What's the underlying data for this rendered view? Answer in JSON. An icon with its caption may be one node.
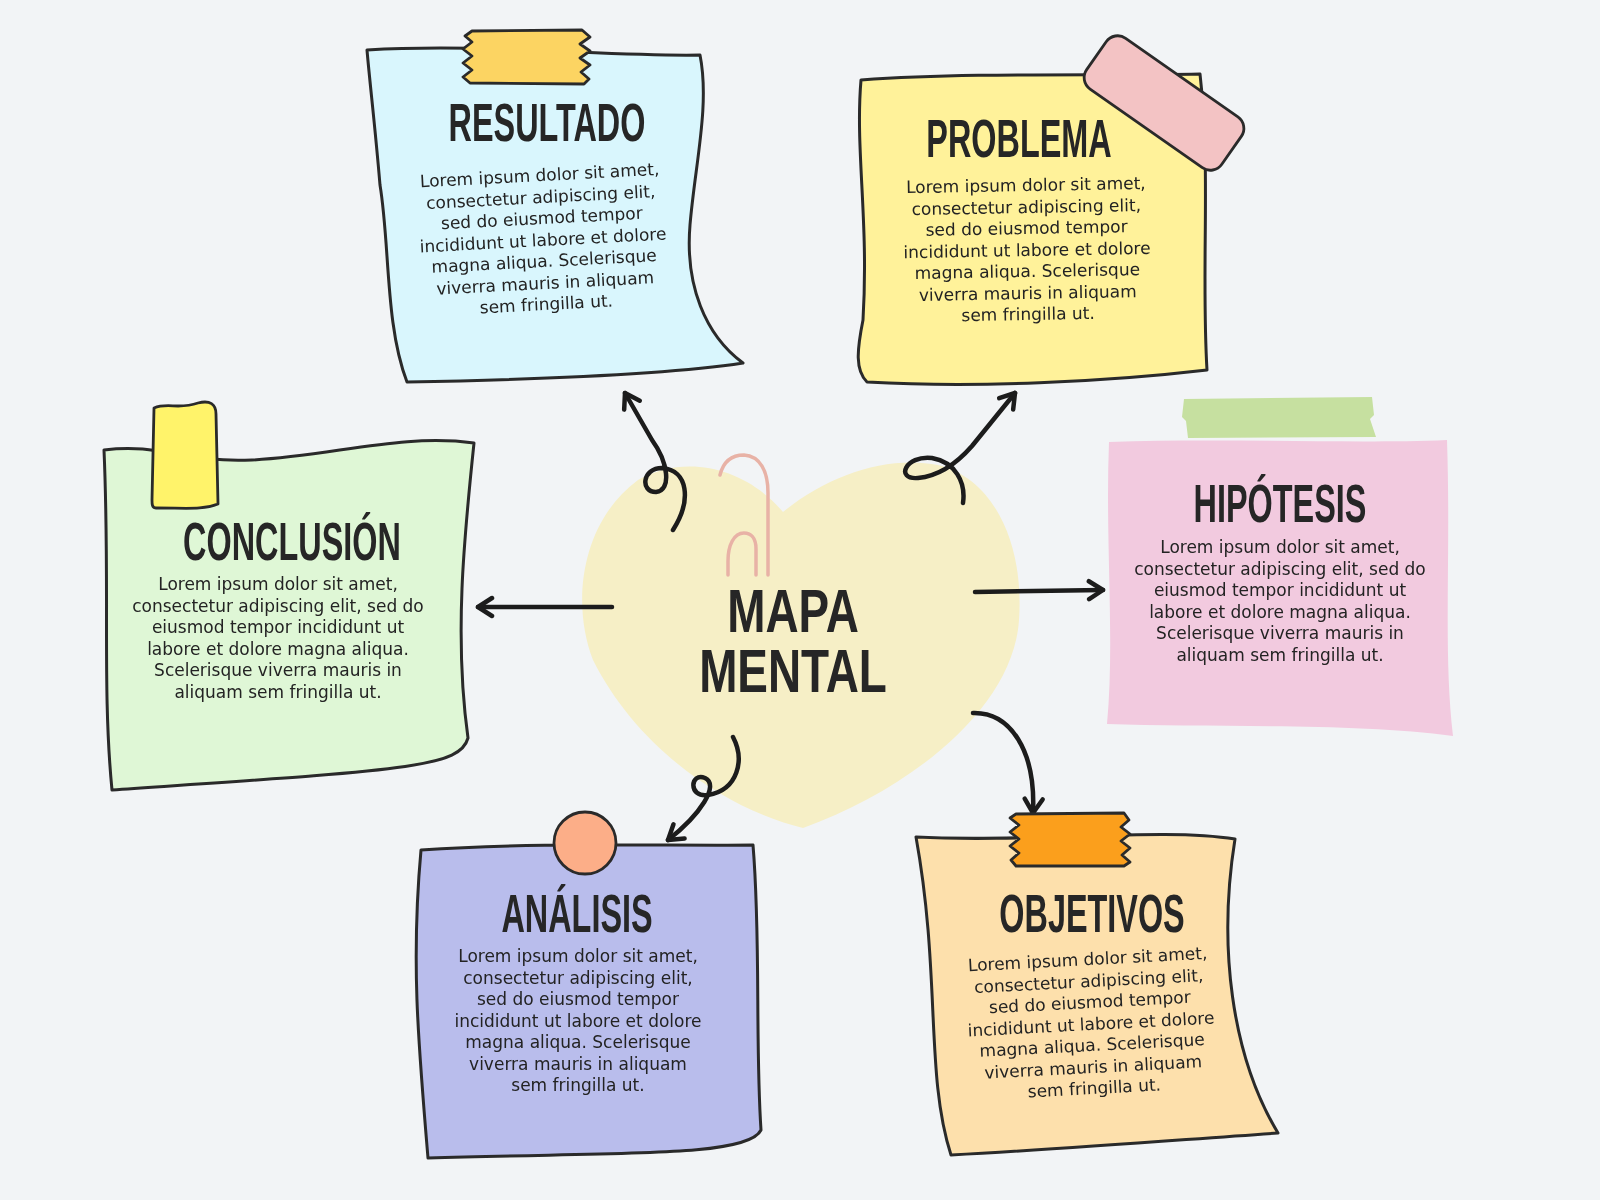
{
  "diagram": {
    "nodes": [
      {
        "text": [
          "MAPA MENTAL"
        ]
      },
      {
        "text": [
          "RESULTADO",
          "Lorem ipsum dolor sit amet, consectetur adipiscing elit, sed do eiusmod tempor incididunt ut labore et dolore magna aliqua. Scelerisque viverra mauris in aliquam sem fringilla ut."
        ]
      },
      {
        "text": [
          "PROBLEMA",
          "Lorem ipsum dolor sit amet, consectetur adipiscing elit, sed do eiusmod tempor incididunt ut labore et dolore magna aliqua. Scelerisque viverra mauris in aliquam sem fringilla ut."
        ]
      },
      {
        "text": [
          "CONCLUSIÓN",
          "Lorem ipsum dolor sit amet, consectetur adipiscing elit, sed do eiusmod tempor incididunt ut labore et dolore magna aliqua. Scelerisque viverra mauris in aliquam sem fringilla ut."
        ]
      },
      {
        "text": [
          "HIPÓTESIS",
          "Lorem ipsum dolor sit amet, consectetur adipiscing elit, sed do eiusmod tempor incididunt ut labore et dolore magna aliqua. Scelerisque viverra mauris in aliquam sem fringilla ut."
        ]
      },
      {
        "text": [
          "ANÁLISIS",
          "Lorem ipsum dolor sit amet, consectetur adipiscing elit, sed do eiusmod tempor incididunt ut labore et dolore magna aliqua. Scelerisque viverra mauris in aliquam sem fringilla ut."
        ]
      },
      {
        "text": [
          "OBJETIVOS",
          "Lorem ipsum dolor sit amet, consectetur adipiscing elit, sed do eiusmod tempor incididunt ut labore et dolore magna aliqua. Scelerisque viverra mauris in aliquam sem fringilla ut."
        ]
      }
    ],
    "edges": [
      {
        "from": 0,
        "to": 1,
        "arrow": "to"
      },
      {
        "from": 0,
        "to": 2,
        "arrow": "to"
      },
      {
        "from": 0,
        "to": 3,
        "arrow": "to"
      },
      {
        "from": 0,
        "to": 4,
        "arrow": "to"
      },
      {
        "from": 0,
        "to": 5,
        "arrow": "to"
      },
      {
        "from": 0,
        "to": 6,
        "arrow": "to"
      }
    ]
  }
}
